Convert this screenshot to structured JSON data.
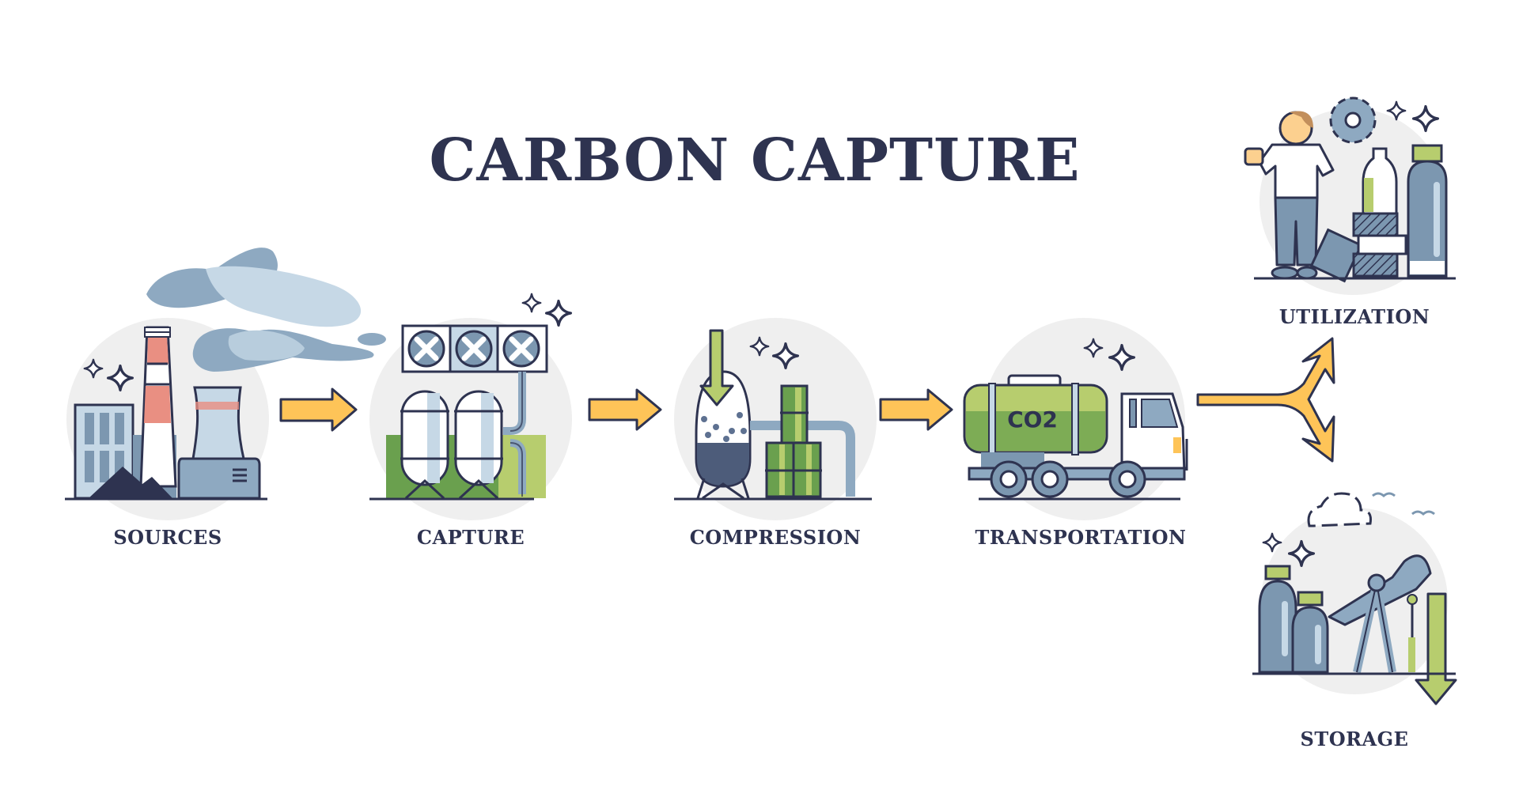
{
  "title": "CARBON CAPTURE",
  "stages": [
    {
      "id": "sources",
      "label": "SOURCES"
    },
    {
      "id": "capture",
      "label": "CAPTURE"
    },
    {
      "id": "compression",
      "label": "COMPRESSION"
    },
    {
      "id": "transportation",
      "label": "TRANSPORTATION",
      "tank_text": "CO2"
    },
    {
      "id": "utilization",
      "label": "UTILIZATION"
    },
    {
      "id": "storage",
      "label": "STORAGE"
    }
  ],
  "colors": {
    "outline": "#2e3350",
    "arrow": "#fec458",
    "circle_bg": "#efefef",
    "steel_blue": "#7c97b0",
    "light_blue": "#c6d8e6",
    "green": "#6aa04e",
    "light_green": "#b7cd6e",
    "salmon": "#e98f82",
    "skin": "#fcd08f",
    "hair": "#c28f5c"
  }
}
